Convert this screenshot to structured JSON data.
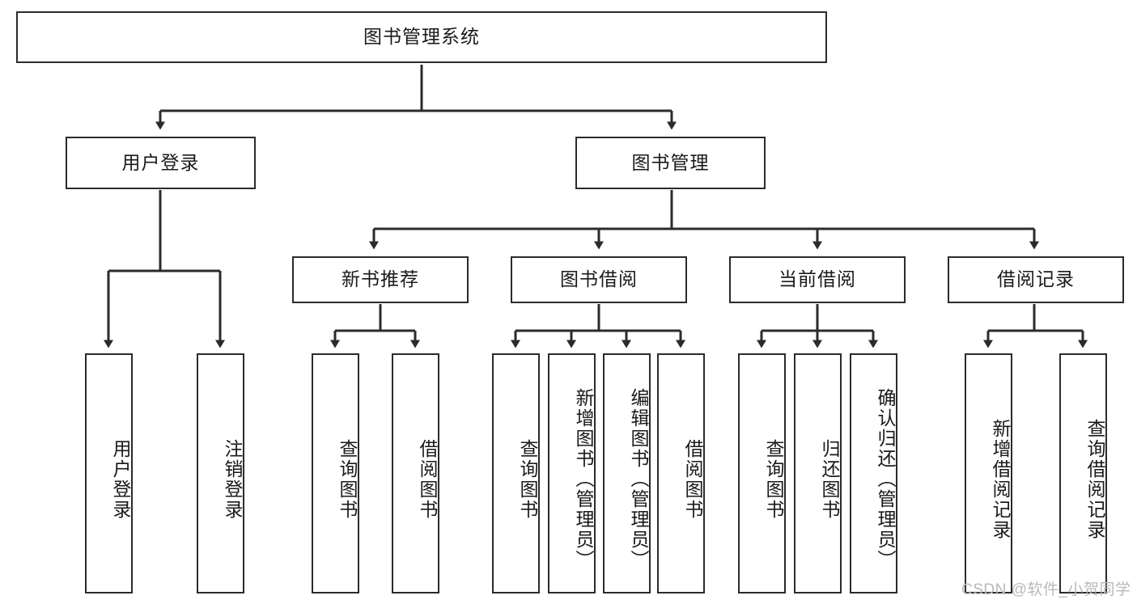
{
  "diagram": {
    "title": "图书管理系统",
    "type": "hierarchy-tree",
    "root": {
      "id": "root",
      "label": "图书管理系统"
    },
    "level2": [
      {
        "id": "user-login",
        "label": "用户登录"
      },
      {
        "id": "book-management",
        "label": "图书管理"
      }
    ],
    "level3": [
      {
        "id": "new-book-recommend",
        "label": "新书推荐",
        "parent": "book-management"
      },
      {
        "id": "book-borrow",
        "label": "图书借阅",
        "parent": "book-management"
      },
      {
        "id": "current-borrow",
        "label": "当前借阅",
        "parent": "book-management"
      },
      {
        "id": "borrow-record",
        "label": "借阅记录",
        "parent": "book-management"
      }
    ],
    "leaves": {
      "user-login": [
        {
          "id": "leaf-user-login",
          "label": "用户登录"
        },
        {
          "id": "leaf-user-logout",
          "label": "注销登录"
        }
      ],
      "new-book-recommend": [
        {
          "id": "leaf-query-book-1",
          "label": "查询图书"
        },
        {
          "id": "leaf-borrow-book-1",
          "label": "借阅图书"
        }
      ],
      "book-borrow": [
        {
          "id": "leaf-query-book-2",
          "label": "查询图书"
        },
        {
          "id": "leaf-add-book",
          "label": "新增图书（管理员）"
        },
        {
          "id": "leaf-edit-book",
          "label": "编辑图书（管理员）"
        },
        {
          "id": "leaf-borrow-book-2",
          "label": "借阅图书"
        }
      ],
      "current-borrow": [
        {
          "id": "leaf-query-book-3",
          "label": "查询图书"
        },
        {
          "id": "leaf-return-book",
          "label": "归还图书"
        },
        {
          "id": "leaf-confirm-return",
          "label": "确认归还（管理员）"
        }
      ],
      "borrow-record": [
        {
          "id": "leaf-add-record",
          "label": "新增借阅记录"
        },
        {
          "id": "leaf-query-record",
          "label": "查询借阅记录"
        }
      ]
    }
  },
  "watermark": {
    "text": "CSDN @软件_小贺同学"
  },
  "colors": {
    "stroke": "#2b2b2b",
    "fill": "#ffffff",
    "text": "#1a1a1a",
    "watermark": "#b9b9b9"
  }
}
